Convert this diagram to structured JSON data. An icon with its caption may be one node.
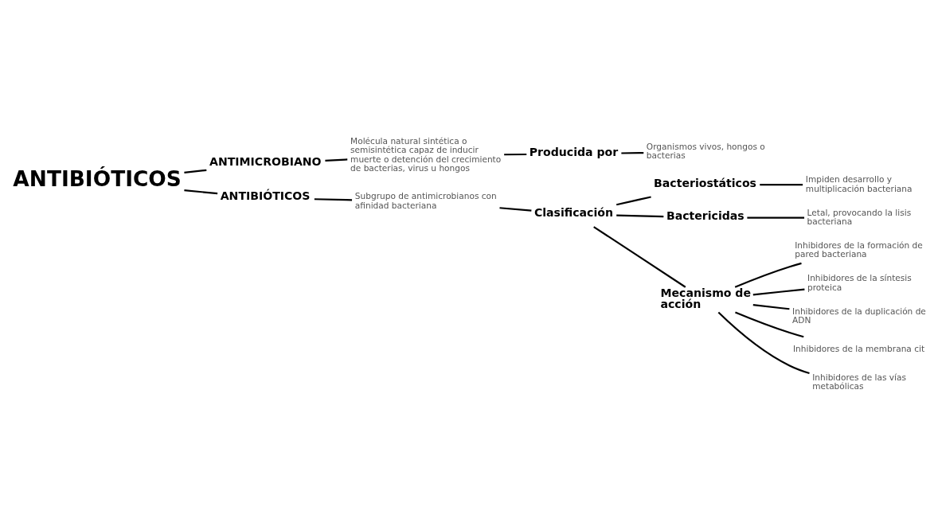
{
  "diagram": {
    "nodes": [
      {
        "text": [
          "ANTIBIÓTICOS"
        ]
      },
      {
        "text": [
          "ANTIMICROBIANO"
        ]
      },
      {
        "text": [
          "Molécula natural sintética o semisintética capaz de inducir muerte o detención del crecimiento de bacterias, virus u hongos"
        ]
      },
      {
        "text": [
          "Producida por"
        ]
      },
      {
        "text": [
          "Organismos vivos, hongos o bacterias"
        ]
      },
      {
        "text": [
          "ANTIBIÓTICOS"
        ]
      },
      {
        "text": [
          "Subgrupo de antimicrobianos con afinidad bacteriana"
        ]
      },
      {
        "text": [
          "Clasificación"
        ]
      },
      {
        "text": [
          "Bacteriostáticos"
        ]
      },
      {
        "text": [
          "Impiden desarrollo y multiplicación bacteriana"
        ]
      },
      {
        "text": [
          "Bactericidas"
        ]
      },
      {
        "text": [
          "Letal, provocando la lisis bacteriana"
        ]
      },
      {
        "text": [
          "Mecanismo de acción"
        ]
      },
      {
        "text": [
          "Inhibidores de la formación de pared bacteriana"
        ]
      },
      {
        "text": [
          "Inhibidores de la síntesis proteica"
        ]
      },
      {
        "text": [
          "Inhibidores de la duplicación de ADN"
        ]
      },
      {
        "text": [
          "Inhibidores de la membrana cit"
        ]
      },
      {
        "text": [
          "Inhibidores de las vías metabólicas"
        ]
      }
    ],
    "edges": [
      {
        "from": 0,
        "to": 1,
        "arrow": "none"
      },
      {
        "from": 0,
        "to": 5,
        "arrow": "none"
      },
      {
        "from": 1,
        "to": 2,
        "arrow": "none"
      },
      {
        "from": 2,
        "to": 3,
        "arrow": "none"
      },
      {
        "from": 3,
        "to": 4,
        "arrow": "none"
      },
      {
        "from": 5,
        "to": 6,
        "arrow": "none"
      },
      {
        "from": 6,
        "to": 7,
        "arrow": "none"
      },
      {
        "from": 7,
        "to": 8,
        "arrow": "none"
      },
      {
        "from": 7,
        "to": 10,
        "arrow": "none"
      },
      {
        "from": 7,
        "to": 12,
        "arrow": "none"
      },
      {
        "from": 8,
        "to": 9,
        "arrow": "none"
      },
      {
        "from": 10,
        "to": 11,
        "arrow": "none"
      },
      {
        "from": 12,
        "to": 13,
        "arrow": "none"
      },
      {
        "from": 12,
        "to": 14,
        "arrow": "none"
      },
      {
        "from": 12,
        "to": 15,
        "arrow": "none"
      },
      {
        "from": 12,
        "to": 16,
        "arrow": "none"
      },
      {
        "from": 12,
        "to": 17,
        "arrow": "none"
      }
    ]
  }
}
